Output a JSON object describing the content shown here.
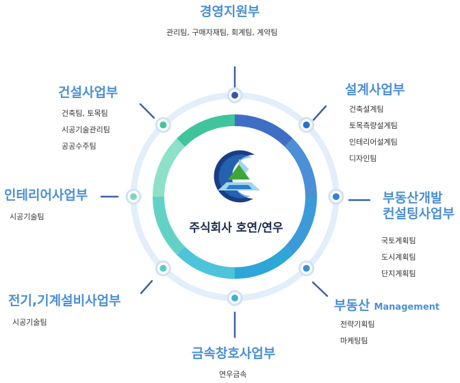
{
  "company": {
    "name": "주식회사 호연/연우"
  },
  "colors": {
    "accent": "#4a8fd4",
    "ring_outer": "#dbe9f8",
    "ring_segments": [
      "#3f6fc4",
      "#4b8fd6",
      "#3a9bd8",
      "#2fa6d8",
      "#4dc4d9",
      "#62d2c6",
      "#8ee0c8",
      "#3fc49c"
    ]
  },
  "departments": [
    {
      "id": "management",
      "title": "경영지원부",
      "teams_inline": "관리팀, 구매자재팀, 회계팀, 계약팀"
    },
    {
      "id": "design",
      "title": "설계사업부",
      "teams": [
        "건축설계팀",
        "토목측량설계팀",
        "인테리어설계팀",
        "디자인팀"
      ]
    },
    {
      "id": "realestate-dev",
      "title_lines": [
        "부동산개발",
        "컨설팅사업부"
      ],
      "teams": [
        "국토계획팀",
        "도시계획팀",
        "단지계획팀"
      ]
    },
    {
      "id": "realestate-mgmt",
      "title": "부동산",
      "title_en": "Management",
      "teams": [
        "전략기획팀",
        "마케팅팀"
      ]
    },
    {
      "id": "metal",
      "title": "금속창호사업부",
      "teams_inline": "연우금속"
    },
    {
      "id": "electrical",
      "title": "전기,기계설비사업부",
      "teams_inline": "시공기술팀"
    },
    {
      "id": "interior",
      "title": "인테리어사업부",
      "teams_inline": "시공기술팀"
    },
    {
      "id": "construction",
      "title": "건설사업부",
      "teams": [
        "건축팀, 토목팀",
        "시공기술관리팀",
        "공공수주팀"
      ]
    }
  ]
}
